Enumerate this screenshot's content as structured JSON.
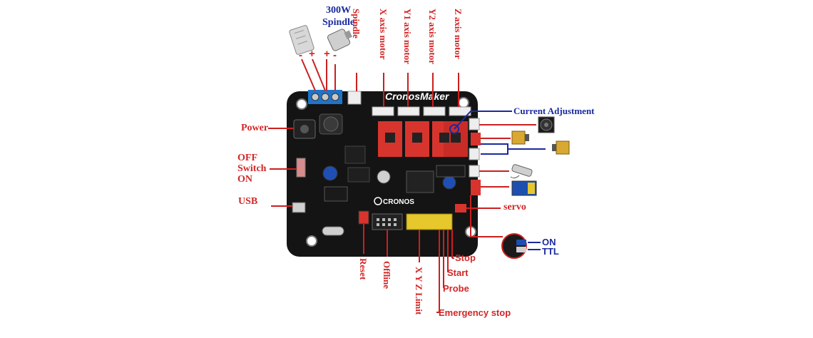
{
  "board": {
    "brand": "CronosMaker",
    "logo_text": "CRONOS"
  },
  "labels": {
    "power_300w": "300W",
    "spindle_title": "Spindle",
    "polarity_minus_1": "-",
    "polarity_plus_1": "+",
    "polarity_plus_2": "+",
    "polarity_minus_2": "-",
    "spindle": "Spindle",
    "x_axis_motor": "X axis motor",
    "y1_axis_motor": "Y1 axis motor",
    "y2_axis_motor": "Y2 axis motor",
    "z_axis_motor": "Z axis motor",
    "current_adjustment": "Current Adjustment",
    "power": "Power",
    "off": "OFF",
    "switch": "Switch",
    "on": "ON",
    "usb": "USB",
    "servo": "servo",
    "reset": "Reset",
    "offline": "Offline",
    "xyz_limit": "X Y Z Limit",
    "stop": "Stop",
    "start": "Start",
    "probe": "Probe",
    "emergency_stop": "Emergency stop",
    "ttl_on": "ON",
    "ttl": "TTL"
  },
  "colors": {
    "board": "#141414",
    "driver": "#d8342e",
    "connector": "#eeeeee",
    "terminal": "#1f74c9",
    "label_red": "#d32626",
    "label_blue": "#1b2a9e",
    "leader_red": "#cc1f1f",
    "leader_blue": "#1b2a9e"
  }
}
